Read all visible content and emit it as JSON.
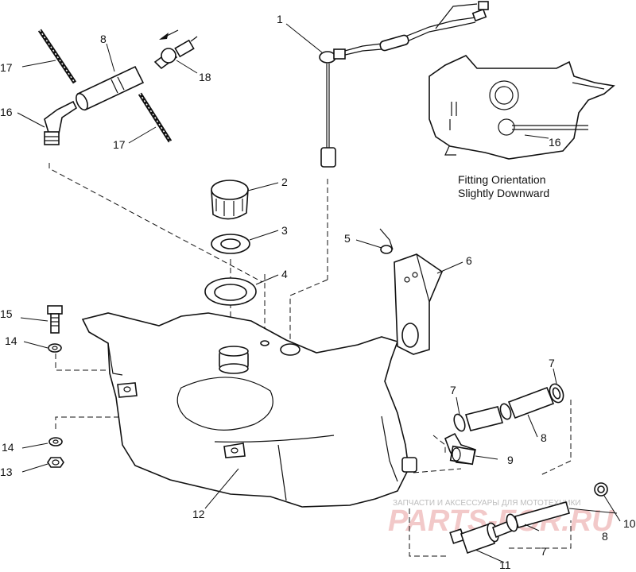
{
  "callouts": {
    "c1": "1",
    "c2": "2",
    "c3": "3",
    "c4": "4",
    "c5": "5",
    "c6": "6",
    "c7a": "7",
    "c7b": "7",
    "c7c": "7",
    "c8a": "8",
    "c8b": "8",
    "c8c": "8",
    "c9": "9",
    "c10": "10",
    "c11": "11",
    "c12": "12",
    "c13": "13",
    "c14a": "14",
    "c14b": "14",
    "c15": "15",
    "c16a": "16",
    "c16b": "16",
    "c17a": "17",
    "c17b": "17",
    "c18": "18"
  },
  "inset": {
    "note_line1": "Fitting Orientation",
    "note_line2": "Slightly Downward"
  },
  "watermark": {
    "caption": "ЗАПЧАСТИ И АКСЕССУАРЫ ДЛЯ МОТОТЕХНИКИ",
    "logo": "PARTS-FOR.RU"
  }
}
